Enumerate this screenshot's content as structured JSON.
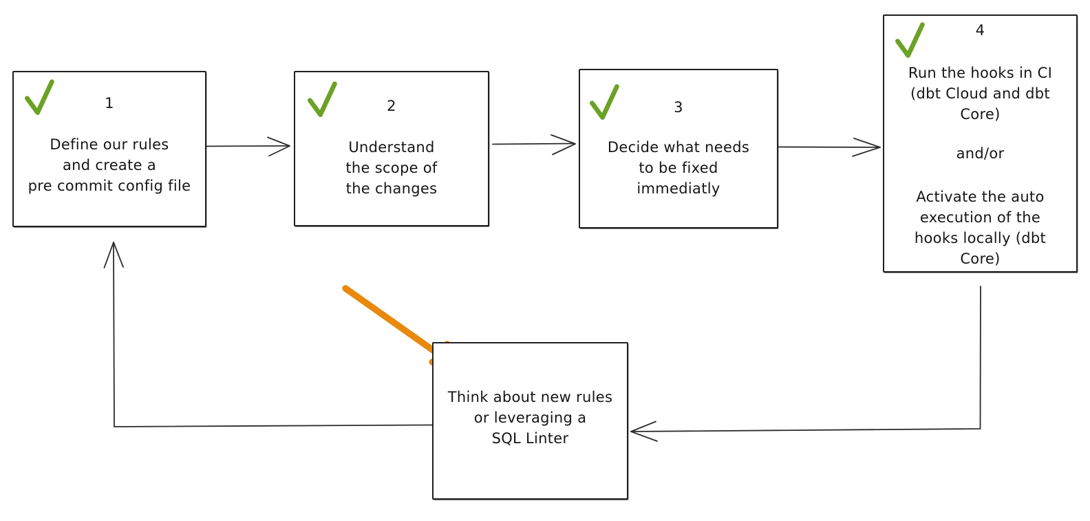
{
  "diagram": {
    "ink_color": "#2b2b2b",
    "checkmark_color": "#6ba226",
    "highlight_arrow_color": "#e8890e",
    "steps": [
      {
        "number": "1",
        "checked": true,
        "lines": [
          "Define our rules",
          "and create a",
          "pre commit config file"
        ]
      },
      {
        "number": "2",
        "checked": true,
        "lines": [
          "Understand",
          "the scope of",
          "the changes"
        ]
      },
      {
        "number": "3",
        "checked": true,
        "lines": [
          "Decide what needs",
          "to be fixed",
          "immediatly"
        ]
      },
      {
        "number": "4",
        "checked": true,
        "paragraph1_lines": [
          "Run the hooks in CI",
          "(dbt Cloud and dbt",
          "Core)"
        ],
        "connector": "and/or",
        "paragraph2_lines": [
          "Activate the auto",
          "execution of the",
          "hooks locally (dbt",
          "Core)"
        ]
      }
    ],
    "loop_box": {
      "lines": [
        "Think about new rules",
        "or leveraging a",
        "SQL Linter"
      ]
    }
  }
}
